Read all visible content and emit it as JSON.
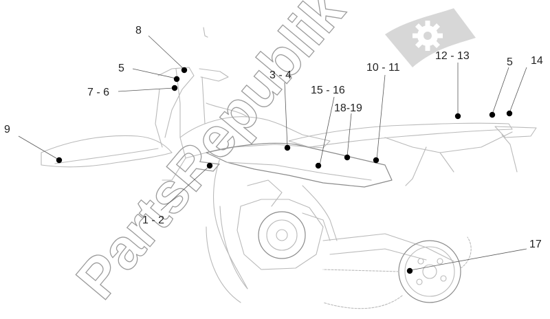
{
  "watermark": {
    "text": "PartsRepublik",
    "icon": "gear-flag-icon"
  },
  "callouts": {
    "c1": "8",
    "c2": "5",
    "c3": "7 - 6",
    "c4": "9",
    "c5": "3 - 4",
    "c6": "15 - 16",
    "c7": "18-19",
    "c8": "10 - 11",
    "c9": "12 - 13",
    "c10": "5",
    "c11": "14",
    "c12": "1 - 2",
    "c13": "17"
  },
  "colors": {
    "line_art": "#b9b9b9",
    "watermark": "#9b9b9b",
    "callout_dot": "#000000"
  }
}
